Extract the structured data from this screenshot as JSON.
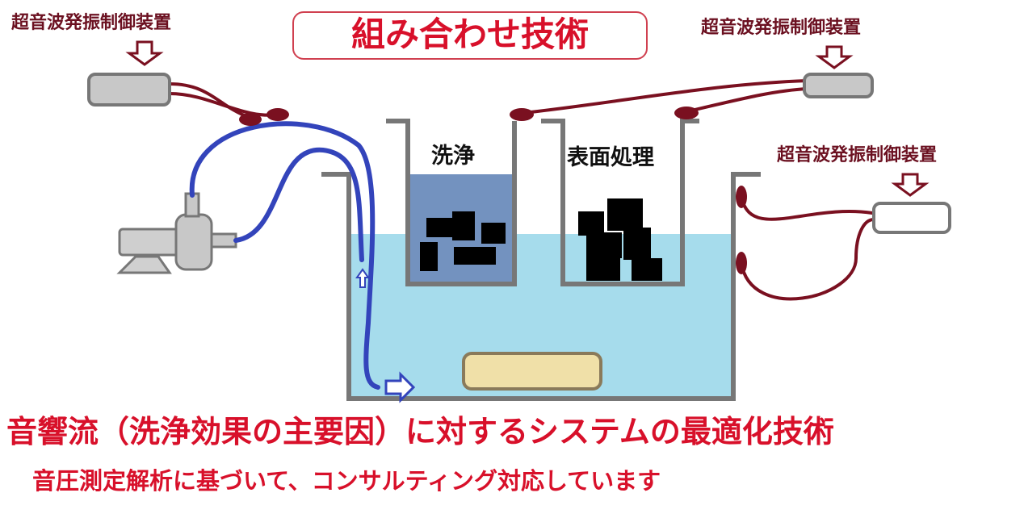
{
  "title": "組み合わせ技術",
  "devices": {
    "left_label": "超音波発振制御装置",
    "top_right_label": "超音波発振制御装置",
    "right_label": "超音波発振制御装置"
  },
  "tanks": {
    "cleaning_label": "洗浄",
    "surface_label": "表面処理"
  },
  "footer": {
    "line1": "音響流（洗浄効果の主要因）に対するシステムの最適化技術",
    "line2": "音圧測定解析に基づいて、コンサルティング対応しています"
  },
  "colors": {
    "title_red": "#d8102a",
    "label_maroon": "#6b1020",
    "cable_maroon": "#7a1020",
    "hose_blue": "#3344bb",
    "water_light": "#a6dcec",
    "water_dark": "#7392bf",
    "device_gray": "#c8c8c8",
    "transducer_beige": "#f0e0a8"
  }
}
